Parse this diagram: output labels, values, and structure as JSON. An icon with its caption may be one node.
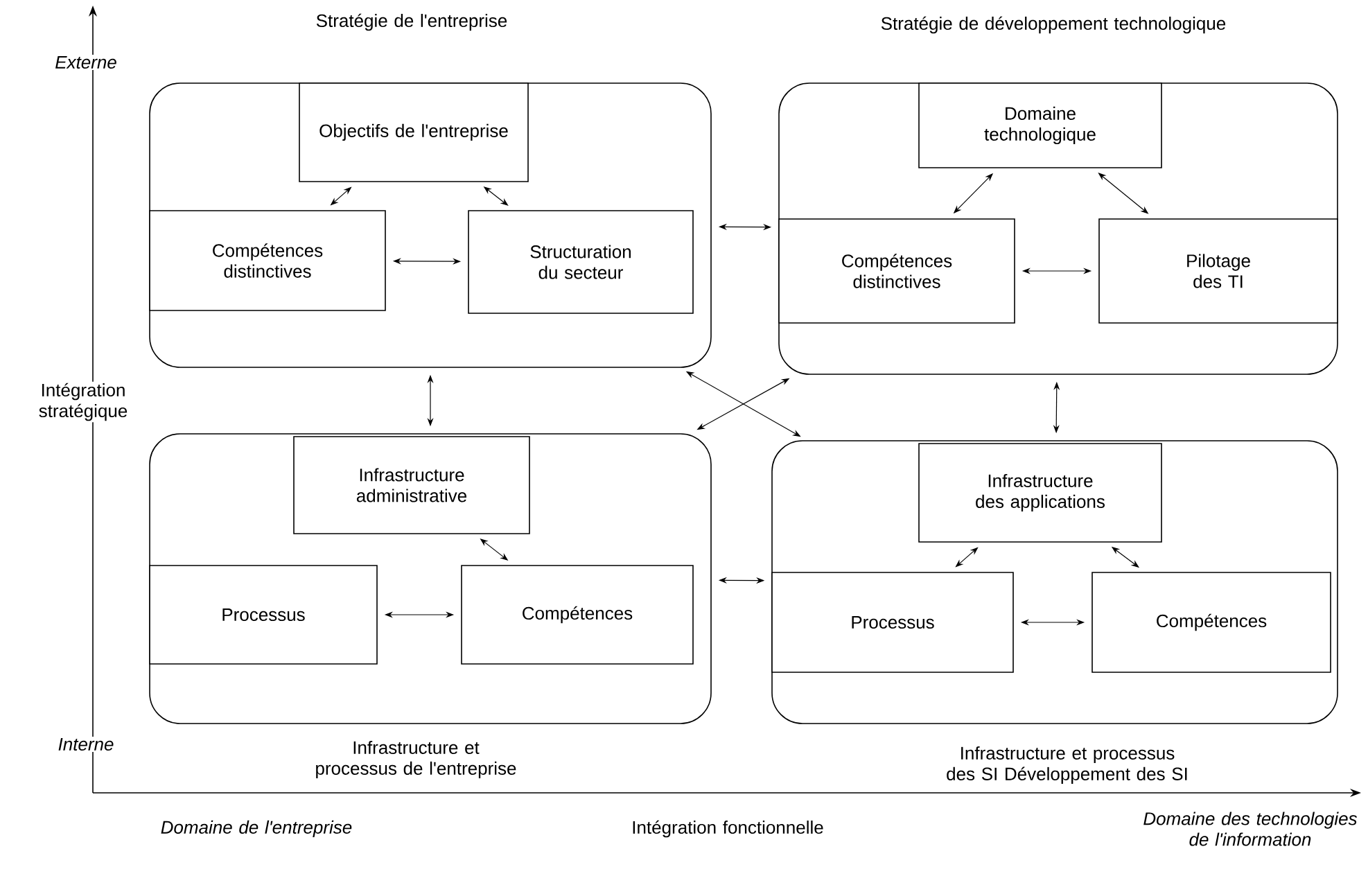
{
  "diagram": {
    "nodes": [
      {
        "text": [
          "Stratégie de l'entreprise"
        ]
      },
      {
        "text": [
          "Objectifs de l'entreprise"
        ],
        "in": 0
      },
      {
        "text": [
          "Compétences distinctives"
        ],
        "in": 0
      },
      {
        "text": [
          "Structuration du secteur"
        ],
        "in": 0
      },
      {
        "text": [
          "Stratégie de développement technologique"
        ]
      },
      {
        "text": [
          "Domaine technologique"
        ],
        "in": 4
      },
      {
        "text": [
          "Compétences distinctives"
        ],
        "in": 4
      },
      {
        "text": [
          "Pilotage des TI"
        ],
        "in": 4
      },
      {
        "text": [
          "Infrastructure et processus de l'entreprise"
        ]
      },
      {
        "text": [
          "Infrastructure administrative"
        ],
        "in": 8
      },
      {
        "text": [
          "Processus"
        ],
        "in": 8
      },
      {
        "text": [
          "Compétences"
        ],
        "in": 8
      },
      {
        "text": [
          "Infrastructure et processus des SI Développement des SI"
        ]
      },
      {
        "text": [
          "Infrastructure des applications"
        ],
        "in": 12
      },
      {
        "text": [
          "Processus"
        ],
        "in": 12
      },
      {
        "text": [
          "Compétences"
        ],
        "in": 12
      }
    ],
    "edges": [
      {
        "from": 1,
        "to": 2,
        "arrow": "both"
      },
      {
        "from": 1,
        "to": 3,
        "arrow": "both"
      },
      {
        "from": 2,
        "to": 3,
        "arrow": "both"
      },
      {
        "from": 5,
        "to": 6,
        "arrow": "both"
      },
      {
        "from": 5,
        "to": 7,
        "arrow": "both"
      },
      {
        "from": 6,
        "to": 7,
        "arrow": "both"
      },
      {
        "from": 9,
        "to": 11,
        "arrow": "both"
      },
      {
        "from": 10,
        "to": 11,
        "arrow": "both"
      },
      {
        "from": 13,
        "to": 14,
        "arrow": "both"
      },
      {
        "from": 13,
        "to": 15,
        "arrow": "both"
      },
      {
        "from": 14,
        "to": 15,
        "arrow": "both"
      },
      {
        "from": 0,
        "to": 4,
        "arrow": "both"
      },
      {
        "from": 0,
        "to": 8,
        "arrow": "both"
      },
      {
        "from": 4,
        "to": 12,
        "arrow": "both"
      },
      {
        "from": 8,
        "to": 12,
        "arrow": "both"
      },
      {
        "from": 0,
        "to": 12,
        "arrow": "both"
      },
      {
        "from": 4,
        "to": 8,
        "arrow": "both"
      }
    ],
    "labels": [
      "Externe",
      "Intégration stratégique",
      "Interne",
      "Domaine de l'entreprise",
      "Intégration fonctionnelle",
      "Domaine des technologies de l'information"
    ]
  }
}
